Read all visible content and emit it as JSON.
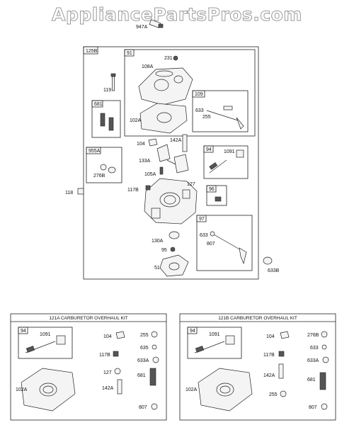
{
  "watermark": "AppliancePartsPros.com",
  "main_assembly": {
    "tag": "125B",
    "callouts": [
      "947A",
      "231",
      "108A",
      "119",
      "102A",
      "104",
      "142A",
      "133A",
      "105A",
      "117B",
      "127",
      "118",
      "130A",
      "95",
      "51",
      "633B"
    ],
    "group_91": {
      "tag": "91"
    },
    "group_109": {
      "tag": "109",
      "callouts": [
        "633",
        "255"
      ]
    },
    "group_681": {
      "tag": "681"
    },
    "group_955A": {
      "tag": "955A",
      "callouts": [
        "276B"
      ]
    },
    "group_94": {
      "tag": "94",
      "callouts": [
        "1091"
      ]
    },
    "group_96": {
      "tag": "96"
    },
    "group_97": {
      "tag": "97",
      "callouts": [
        "633",
        "807"
      ]
    }
  },
  "kit_a": {
    "title": "121A CARBURETOR OVERHAUL KIT",
    "sub_tag": "94",
    "sub_callout": "1091",
    "callouts": [
      "104",
      "255",
      "635",
      "117B",
      "633A",
      "127",
      "681",
      "142A",
      "102A",
      "807"
    ]
  },
  "kit_b": {
    "title": "121B CARBURETOR OVERHAUL KIT",
    "sub_tag": "94",
    "sub_callout": "1091",
    "callouts": [
      "104",
      "276B",
      "633",
      "117B",
      "633A",
      "142A",
      "681",
      "102A",
      "255",
      "807"
    ]
  }
}
